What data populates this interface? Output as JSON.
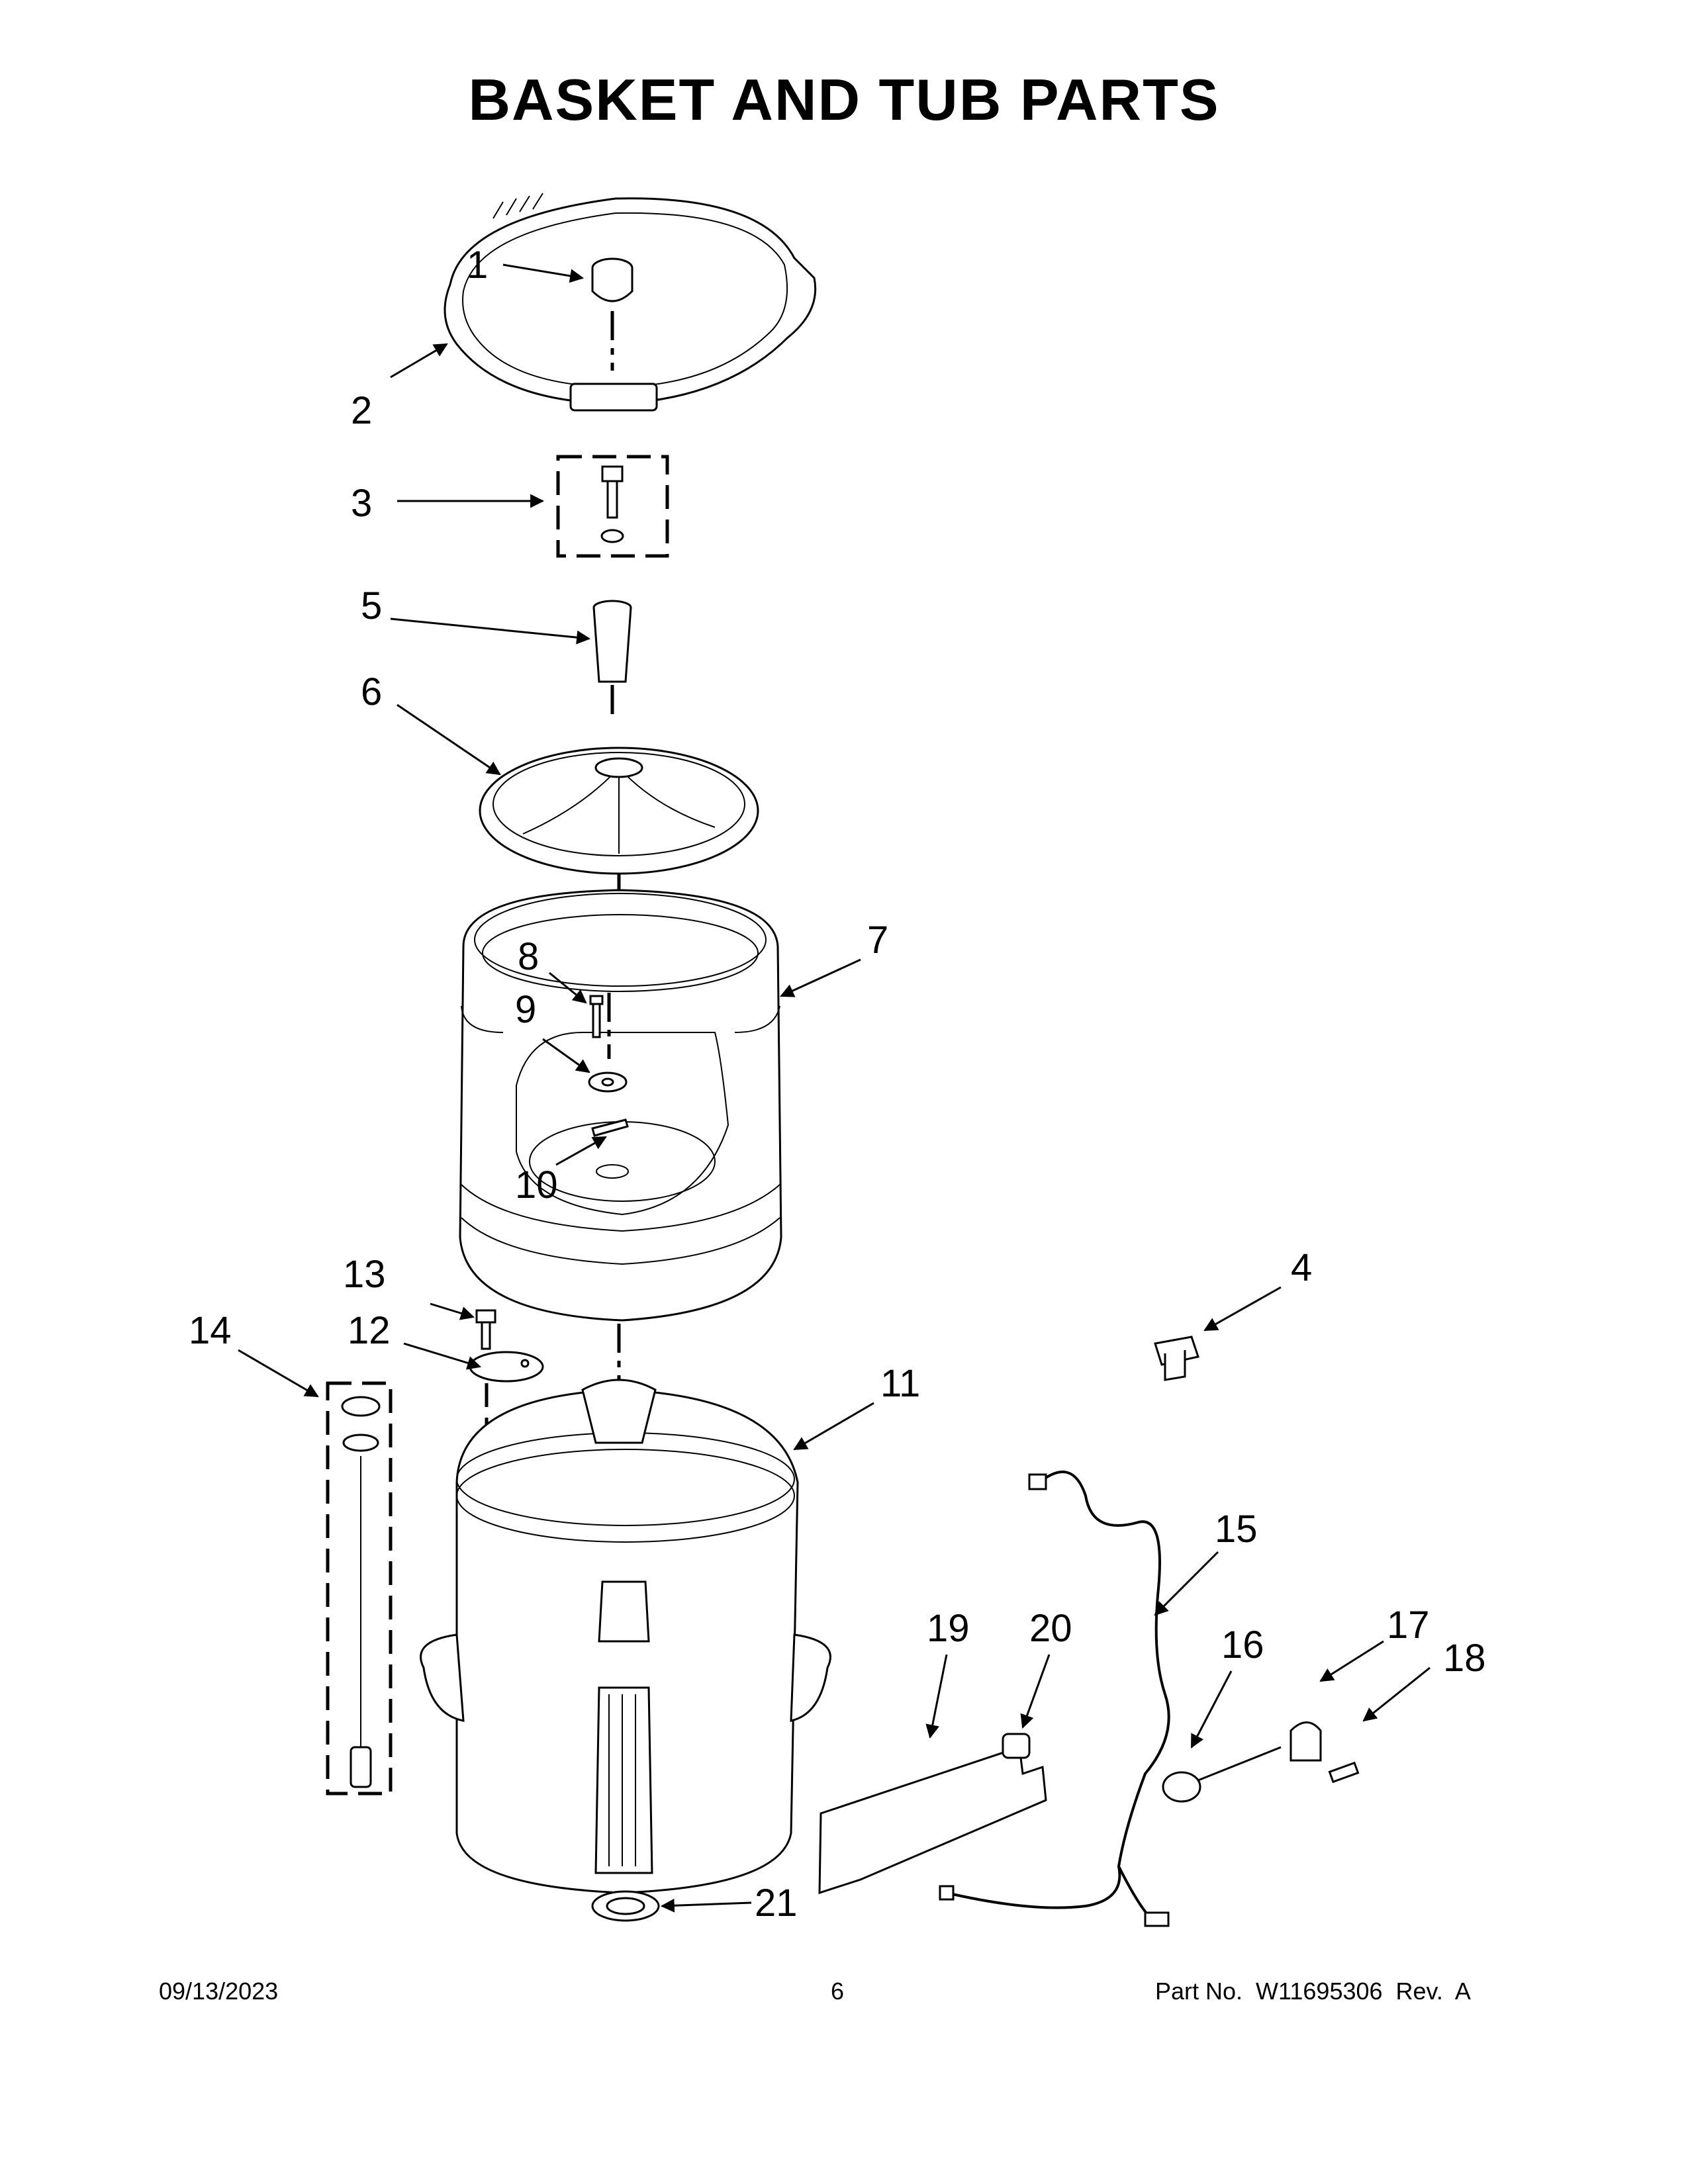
{
  "title": "BASKET AND TUB PARTS",
  "callouts": [
    {
      "id": "1",
      "label": "1"
    },
    {
      "id": "2",
      "label": "2"
    },
    {
      "id": "3",
      "label": "3"
    },
    {
      "id": "4",
      "label": "4"
    },
    {
      "id": "5",
      "label": "5"
    },
    {
      "id": "6",
      "label": "6"
    },
    {
      "id": "7",
      "label": "7"
    },
    {
      "id": "8",
      "label": "8"
    },
    {
      "id": "9",
      "label": "9"
    },
    {
      "id": "10",
      "label": "10"
    },
    {
      "id": "11",
      "label": "11"
    },
    {
      "id": "12",
      "label": "12"
    },
    {
      "id": "13",
      "label": "13"
    },
    {
      "id": "14",
      "label": "14"
    },
    {
      "id": "15",
      "label": "15"
    },
    {
      "id": "16",
      "label": "16"
    },
    {
      "id": "17",
      "label": "17"
    },
    {
      "id": "18",
      "label": "18"
    },
    {
      "id": "19",
      "label": "19"
    },
    {
      "id": "20",
      "label": "20"
    },
    {
      "id": "21",
      "label": "21"
    }
  ],
  "footer": {
    "date": "09/13/2023",
    "page": "6",
    "part_no": "Part No.  W11695306  Rev.  A"
  }
}
